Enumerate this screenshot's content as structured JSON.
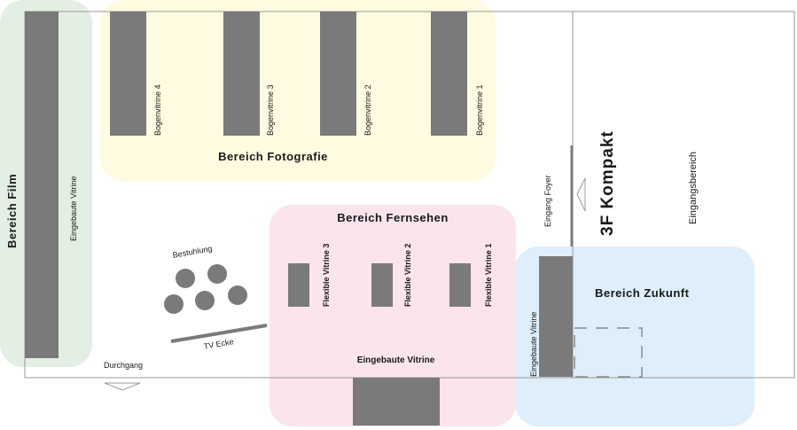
{
  "zones": {
    "film": {
      "label": "Bereich Film",
      "color": "#e3efe3"
    },
    "fotografie": {
      "label": "Bereich Fotografie",
      "color": "#fefbe1"
    },
    "fernsehen": {
      "label": "Bereich Fernsehen",
      "color": "#fbe4ec"
    },
    "zukunft": {
      "label": "Bereich Zukunft",
      "color": "#deeefa"
    }
  },
  "film": {
    "vitrine_label": "Eingebaute Vitrine"
  },
  "fotografie": {
    "bogenvitrinen": [
      "Bogenvitrine 4",
      "Bogenvitrine 3",
      "Bogenvitrine 2",
      "Bogenvitrine 1"
    ]
  },
  "fernsehen": {
    "flexible_vitrinen": [
      "Flexible Vitrine 3",
      "Flexible Vitrine 2",
      "Flexible Vitrine 1"
    ],
    "eingebaute_label": "Eingebaute Vitrine"
  },
  "zukunft": {
    "vitrine_label": "Eingebaute Vitrine"
  },
  "labels": {
    "bestuhlung": "Bestuhlung",
    "tv_ecke": "TV Ecke",
    "durchgang": "Durchgang",
    "eingang_foyer": "Eingang Foyer",
    "kompakt": "3F Kompakt",
    "eingangsbereich": "Eingangsbereich"
  },
  "colors": {
    "fixture": "#7a7a7a",
    "outline": "#9a9a9a"
  }
}
